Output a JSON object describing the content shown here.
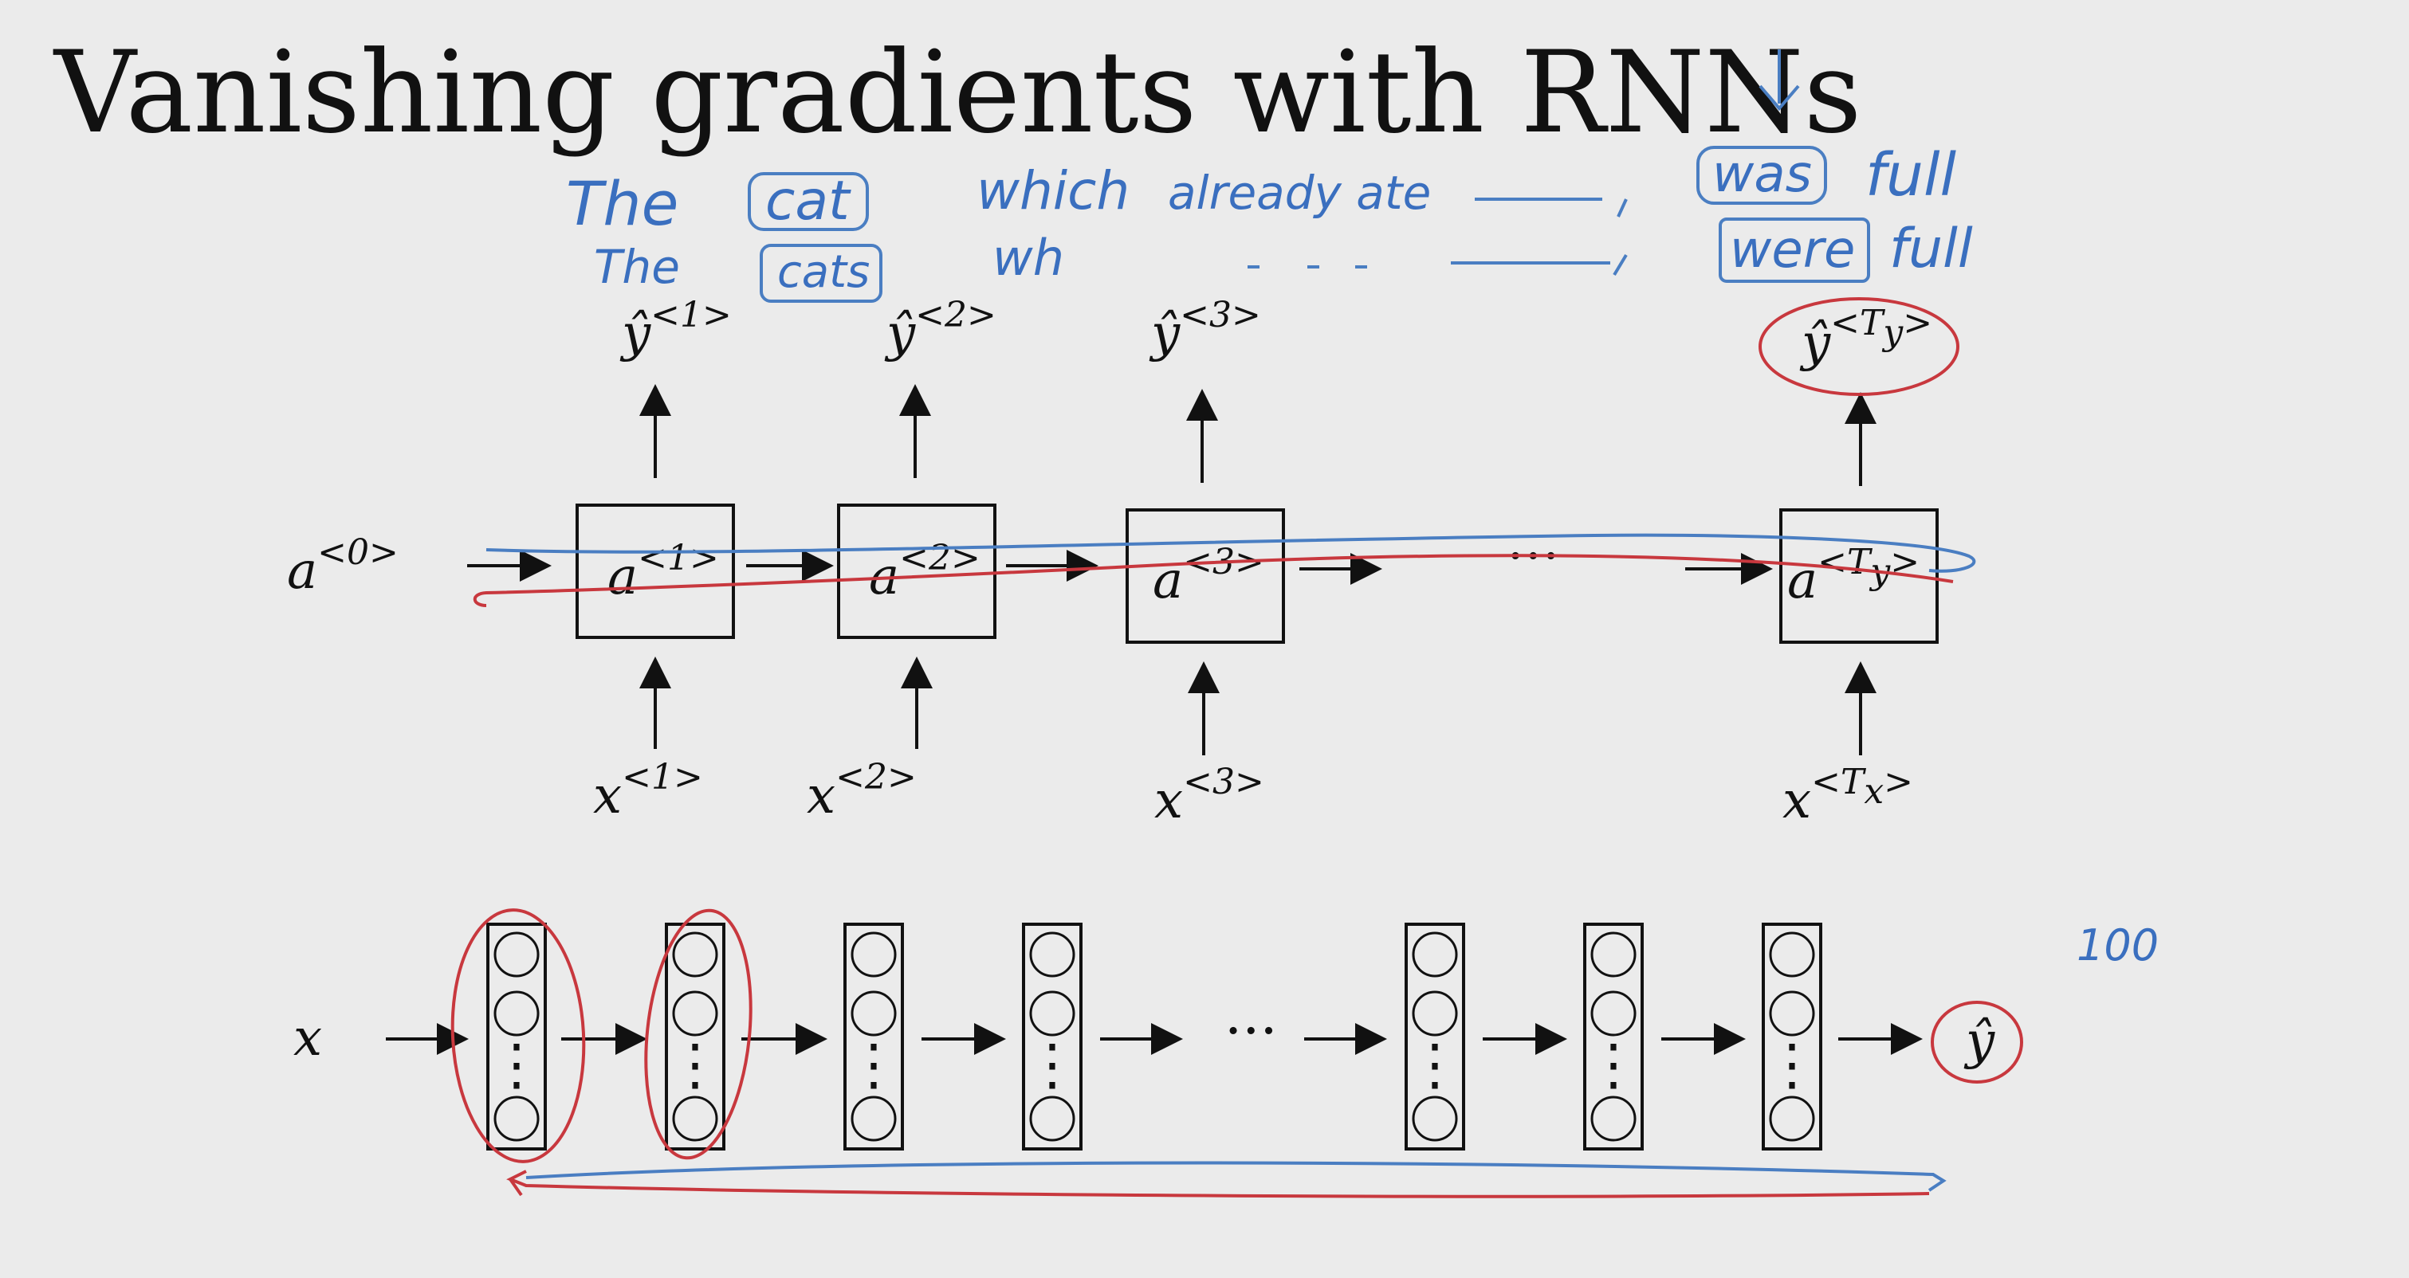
{
  "title": "Vanishing gradients with RNNs",
  "handwritten": {
    "line1": {
      "the": "The",
      "cat": "cat",
      "which": "which",
      "already_ate": "already ate",
      "was": "was",
      "full": "full"
    },
    "line2": {
      "the": "The",
      "cats": "cats",
      "wh": "wh",
      "were": "were",
      "full": "full"
    },
    "number": "100"
  },
  "rnn": {
    "initial": {
      "base": "a",
      "sup": "<0>"
    },
    "cells": [
      {
        "base": "a",
        "sup": "<1>"
      },
      {
        "base": "a",
        "sup": "<2>"
      },
      {
        "base": "a",
        "sup": "<3>"
      },
      {
        "base": "a",
        "sup_prefix": "<",
        "sup_sym": "T",
        "sup_sub": "y",
        "sup_suffix": ">"
      }
    ],
    "outputs": [
      {
        "base": "ŷ",
        "sup": "<1>"
      },
      {
        "base": "ŷ",
        "sup": "<2>"
      },
      {
        "base": "ŷ",
        "sup": "<3>"
      },
      {
        "base": "ŷ",
        "sup_prefix": "<",
        "sup_sym": "T",
        "sup_sub": "y",
        "sup_suffix": ">"
      }
    ],
    "inputs": [
      {
        "base": "x",
        "sup": "<1>"
      },
      {
        "base": "x",
        "sup": "<2>"
      },
      {
        "base": "x",
        "sup": "<3>"
      },
      {
        "base": "x",
        "sup_prefix": "<",
        "sup_sym": "T",
        "sup_sub": "x",
        "sup_suffix": ">"
      }
    ],
    "ellipsis": "···"
  },
  "deepnet": {
    "input": "x",
    "output": "ŷ",
    "ellipsis": "···",
    "layer_dots": "⋮"
  },
  "colors": {
    "annotation_blue": "#3a6fbf",
    "annotation_red": "#c8383e",
    "ink": "#111111",
    "background": "#ebebeb"
  }
}
